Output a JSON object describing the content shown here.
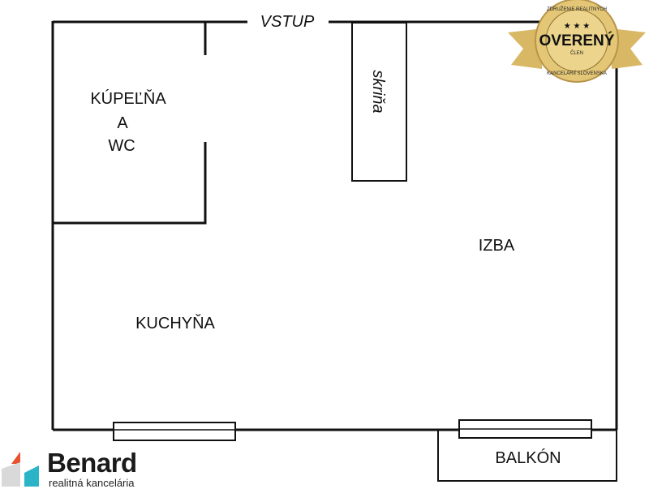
{
  "plan": {
    "entrance": "VSTUP",
    "bathroom": [
      "KÚPEĽŇA",
      "A",
      "WC"
    ],
    "wardrobe": "skriňa",
    "room": "IZBA",
    "kitchen": "KUCHYŇA",
    "balcony": "BALKÓN"
  },
  "badge": {
    "top_text": "ZDRUŽENIE REALITNÝCH",
    "main": "OVERENÝ",
    "sub": "ČLEN",
    "bottom_text": "KANCELÁRIÍ SLOVENSKA",
    "color": "#d9b865"
  },
  "logo": {
    "name": "Benard",
    "tagline": "realitná kancelária",
    "colors": [
      "#e8502f",
      "#d9d9d9",
      "#2bb3c8"
    ]
  }
}
